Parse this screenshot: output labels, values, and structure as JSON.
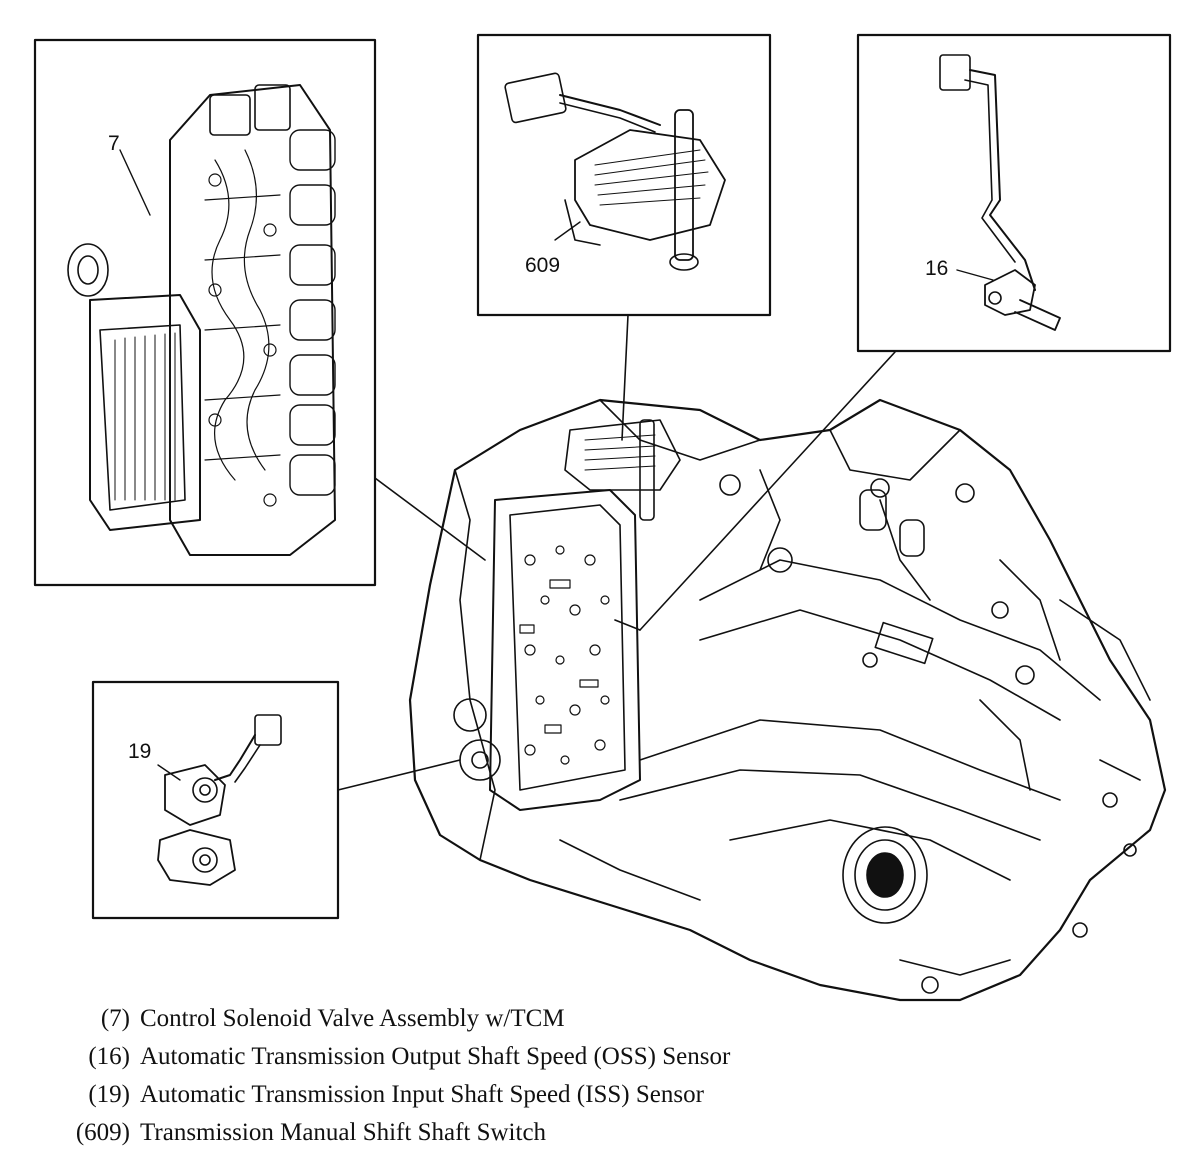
{
  "callouts": {
    "c7": "7",
    "c609": "609",
    "c16": "16",
    "c19": "19"
  },
  "legend": [
    {
      "num": "(7)",
      "text": "Control Solenoid Valve Assembly w/TCM"
    },
    {
      "num": "(16)",
      "text": "Automatic Transmission Output Shaft Speed (OSS) Sensor"
    },
    {
      "num": "(19)",
      "text": "Automatic Transmission Input Shaft Speed (ISS) Sensor"
    },
    {
      "num": "(609)",
      "text": "Transmission Manual Shift Shaft Switch"
    }
  ],
  "colors": {
    "line": "#111111",
    "paper": "#ffffff"
  }
}
